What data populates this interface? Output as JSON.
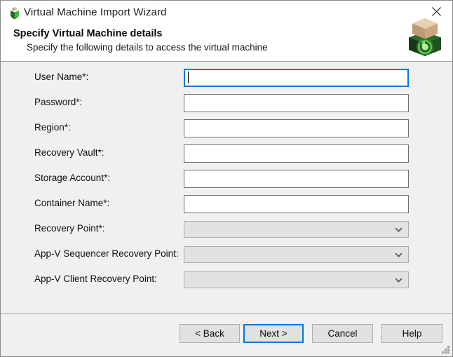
{
  "window": {
    "title": "Virtual Machine Import Wizard",
    "title_icon": "shield-box-icon",
    "close_icon": "close-icon",
    "border_color": "#8a8a8a"
  },
  "header": {
    "title": "Specify Virtual Machine details",
    "subtitle": "Specify the following details to access the virtual machine",
    "icon": "green-cube-refresh-icon",
    "background": "#ffffff"
  },
  "form": {
    "background": "#f0f0f0",
    "focus_color": "#0078d7",
    "fields": [
      {
        "label": "User Name*:",
        "type": "text",
        "value": "",
        "placeholder": "",
        "name": "user-name",
        "focused": true,
        "enabled": true
      },
      {
        "label": "Password*:",
        "type": "text",
        "value": "",
        "placeholder": "",
        "name": "password",
        "focused": false,
        "enabled": true
      },
      {
        "label": "Region*:",
        "type": "text",
        "value": "",
        "placeholder": "",
        "name": "region",
        "focused": false,
        "enabled": true
      },
      {
        "label": "Recovery Vault*:",
        "type": "text",
        "value": "",
        "placeholder": "",
        "name": "recovery-vault",
        "focused": false,
        "enabled": true
      },
      {
        "label": "Storage Account*:",
        "type": "text",
        "value": "",
        "placeholder": "",
        "name": "storage-account",
        "focused": false,
        "enabled": true
      },
      {
        "label": "Container Name*:",
        "type": "text",
        "value": "",
        "placeholder": "",
        "name": "container-name",
        "focused": false,
        "enabled": true
      },
      {
        "label": "Recovery Point*:",
        "type": "select",
        "value": "",
        "name": "recovery-point",
        "focused": false,
        "enabled": false
      },
      {
        "label": "App-V Sequencer Recovery Point:",
        "type": "select",
        "value": "",
        "name": "appv-sequencer-recovery-point",
        "focused": false,
        "enabled": false
      },
      {
        "label": "App-V Client Recovery Point:",
        "type": "select",
        "value": "",
        "name": "appv-client-recovery-point",
        "focused": false,
        "enabled": false
      }
    ]
  },
  "footer": {
    "buttons": [
      {
        "label": "< Back",
        "name": "back-button",
        "focused": false
      },
      {
        "label": "Next >",
        "name": "next-button",
        "focused": true
      },
      {
        "label": "Cancel",
        "name": "cancel-button",
        "focused": false
      },
      {
        "label": "Help",
        "name": "help-button",
        "focused": false
      }
    ],
    "resize_grip_icon": "resize-grip-icon"
  }
}
